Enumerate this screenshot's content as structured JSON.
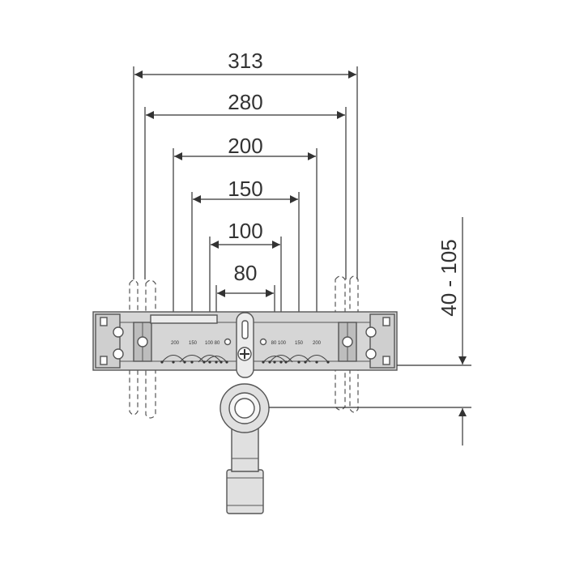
{
  "colors": {
    "ink": "#333333",
    "rail_fill": "#d6d6d6",
    "rail_stroke": "#555555",
    "bracket_fill": "#cfcfcf",
    "pipe_fill": "#e0e0e0",
    "background": "#ffffff"
  },
  "dimensions": {
    "width_313": "313",
    "width_280": "280",
    "width_200": "200",
    "width_150": "150",
    "width_100": "100",
    "width_80": "80",
    "depth_range": "40 - 105"
  },
  "scale_marks": {
    "left": [
      "200",
      "150",
      "100",
      "80"
    ],
    "right": [
      "80",
      "100",
      "150",
      "200"
    ]
  },
  "icons": {
    "center_screw": "cross-screw-icon",
    "drain_outlet": "pipe-elbow-icon"
  }
}
